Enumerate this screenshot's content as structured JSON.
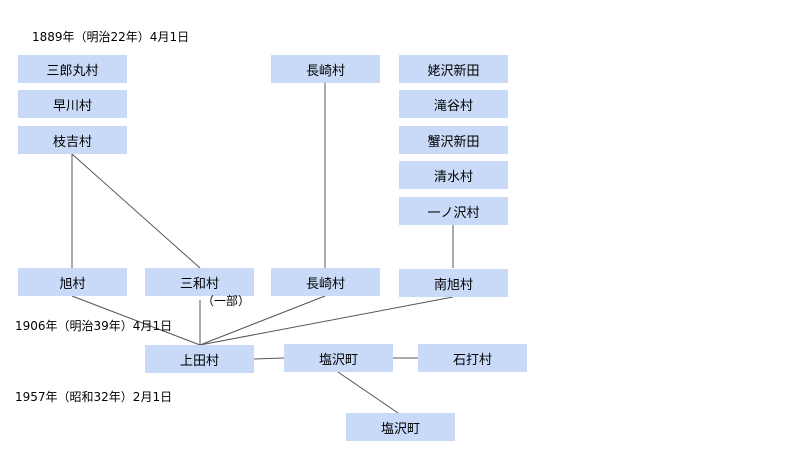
{
  "dates": {
    "d1889": "1889年（明治22年）4月1日",
    "d1906": "1906年（明治39年）4月1日",
    "d1957": "1957年（昭和32年）2月1日"
  },
  "villages_1889": {
    "col1": [
      "三郎丸村",
      "早川村",
      "枝吉村"
    ],
    "col2": [
      "長崎村"
    ],
    "col3": [
      "姥沢新田",
      "滝谷村",
      "蟹沢新田",
      "清水村",
      "一ノ沢村"
    ]
  },
  "villages_1889_merged": {
    "asahi": "旭村",
    "sanwa": "三和村",
    "sanwa_note": "（一部）",
    "nagasaki": "長崎村",
    "minamiasahi": "南旭村"
  },
  "villages_1906": {
    "ueda": "上田村",
    "shiozawa": "塩沢町",
    "ishiuchi": "石打村"
  },
  "result_1957": "塩沢町",
  "colors": {
    "box": "#c9daf8",
    "line": "#555555"
  }
}
